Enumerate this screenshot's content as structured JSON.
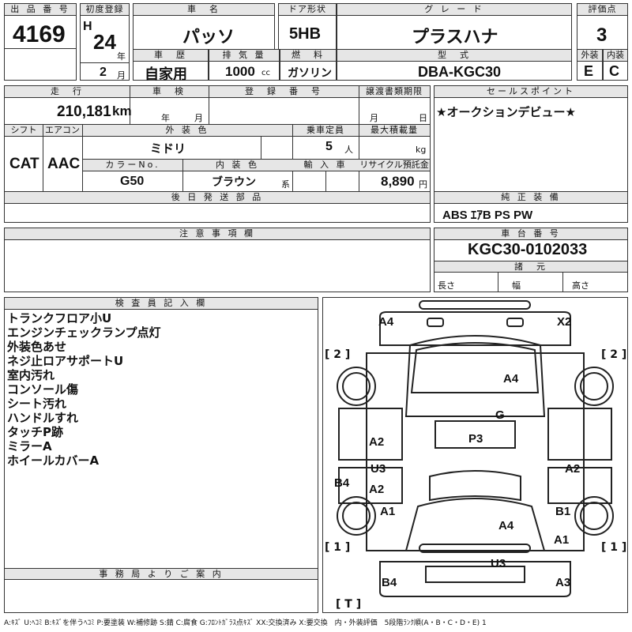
{
  "header": {
    "lot_label": "出 品 番 号",
    "lot_number": "4169",
    "first_reg_label": "初度登録",
    "era": "H",
    "year": "24",
    "year_unit": "年",
    "month": "2",
    "month_unit": "月",
    "car_name_label": "車　名",
    "car_name": "パッソ",
    "door_label": "ドア形状",
    "door_type": "5HB",
    "grade_label": "グ レ ー ド",
    "grade": "プラスハナ",
    "score_label": "評価点",
    "score": "3",
    "history_label": "車　歴",
    "history": "自家用",
    "displacement_label": "排 気 量",
    "displacement": "1000",
    "displacement_unit": "cc",
    "fuel_label": "燃　料",
    "fuel": "ガソリン",
    "model_label": "型　式",
    "model": "DBA-KGC30",
    "exterior_label": "外装",
    "exterior_grade": "E",
    "interior_label": "内装",
    "interior_grade": "C"
  },
  "specs": {
    "mileage_label": "走　行",
    "mileage": "210,181",
    "mileage_unit": "km",
    "inspection_label": "車　検",
    "inspection_year_unit": "年",
    "inspection_month_unit": "月",
    "reg_no_label": "登　録　番　号",
    "transfer_label": "譲渡書類期限",
    "transfer_month_unit": "月",
    "transfer_day_unit": "日",
    "sales_point_label": "セールスポイント",
    "sales_point": "★オークションデビュー★",
    "shift_label": "シフト",
    "shift": "CAT",
    "ac_label": "エアコン",
    "ac": "AAC",
    "ext_color_label": "外 装 色",
    "ext_color": "ミドリ",
    "capacity_label": "乗車定員",
    "capacity": "5",
    "capacity_unit": "人",
    "max_load_label": "最大積載量",
    "max_load_unit": "kg",
    "color_no_label": "カラーNo.",
    "color_no": "G50",
    "int_color_label": "内 装 色",
    "int_color": "ブラウン",
    "int_color_unit": "系",
    "import_label": "輸 入 車",
    "recycle_label": "リサイクル預託金",
    "recycle": "8,890",
    "recycle_unit": "円",
    "later_parts_label": "後 日 発 送 部 品",
    "equipment_label": "純 正 装 備",
    "equipment": "ABS ｴｱB PS PW",
    "notes_label": "注 意 事 項 欄",
    "chassis_label": "車 台 番 号",
    "chassis_no": "KGC30-0102033",
    "dims_label": "諸　元",
    "length_label": "長さ",
    "width_label": "幅",
    "height_label": "高さ"
  },
  "inspector": {
    "label": "検 査 員 記 入 欄",
    "notes": [
      "トランクフロア小U",
      "エンジンチェックランプ点灯",
      "外装色あせ",
      "ネジ止ロアサポートU",
      "室内汚れ",
      "コンソール傷",
      "シート汚れ",
      "ハンドルすれ",
      "タッチP跡",
      "ミラーA",
      "ホイールカバーA"
    ]
  },
  "office_label": "事 務 局 よ り ご 案 内",
  "diagram": {
    "markers": {
      "tl": "[ 2 ]",
      "tr": "[ 2 ]",
      "bl": "[ 1 ]",
      "br": "[ 1 ]",
      "bottom": "[ T ]"
    },
    "damage": [
      "A4",
      "X2",
      "A4",
      "G",
      "A2",
      "P3",
      "U3",
      "A2",
      "B4",
      "A2",
      "A1",
      "B1",
      "A4",
      "A1",
      "U3",
      "B4",
      "A3"
    ]
  },
  "legend": "A:ｷｽﾞ U:ﾍｺﾐ B:ｷｽﾞを伴うﾍｺﾐ P:要塗装 W:補修跡 S:錆 C:腐食 G:ﾌﾛﾝﾄｶﾞﾗｽ点ｷｽﾞ XX:交換済み X:要交換　内・外装評価　5段階ﾗﾝｸ順(A・B・C・D・E) 1"
}
